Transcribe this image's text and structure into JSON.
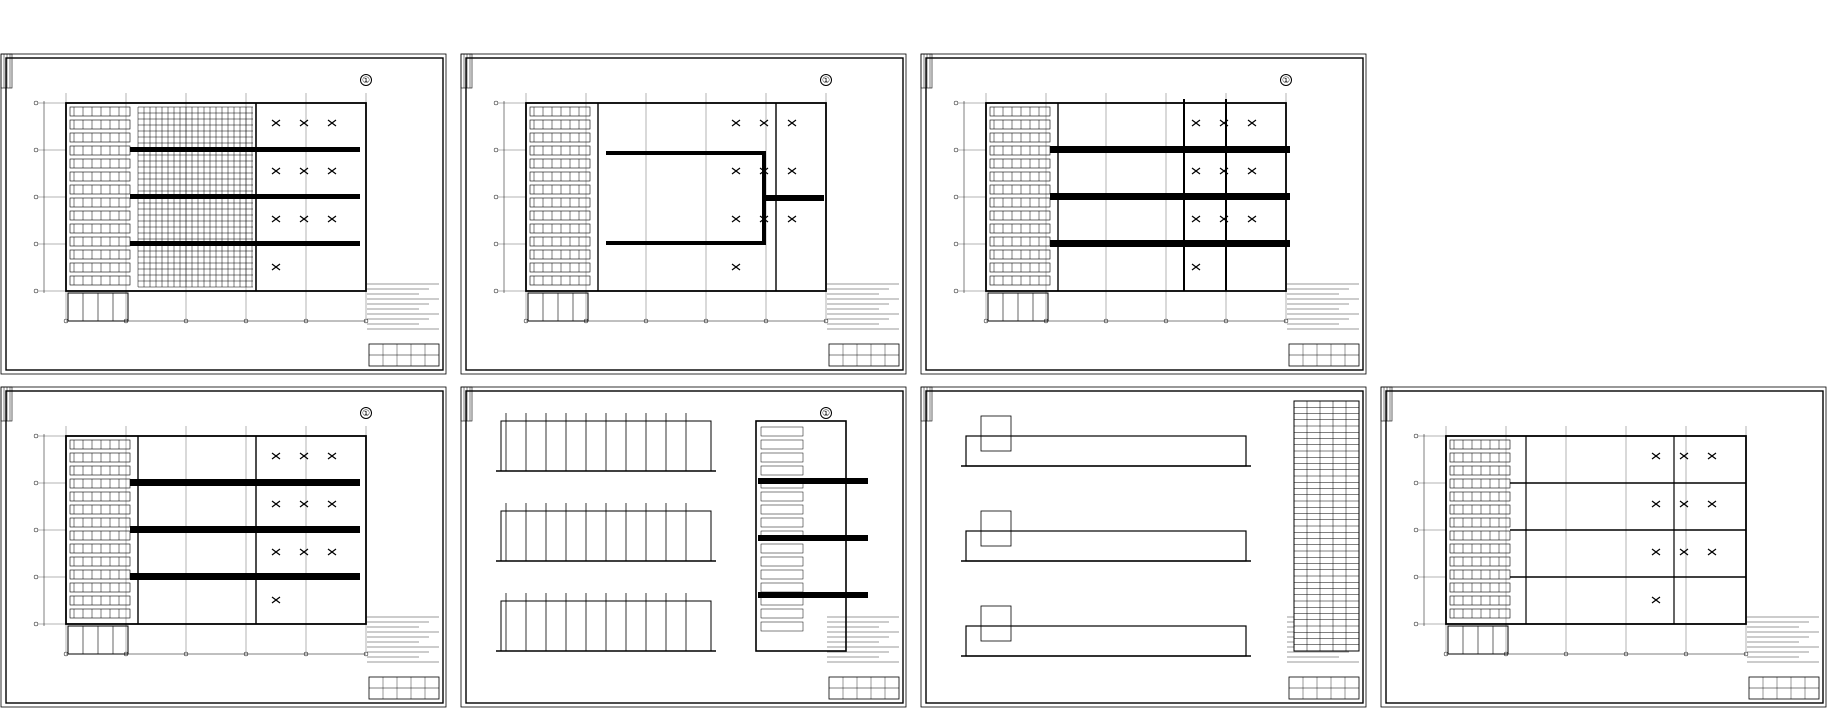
{
  "canvas": {
    "background": "#ffffff",
    "line_color": "#000000"
  },
  "sheets": [
    {
      "id": "sheet-1",
      "label": "①",
      "variant": "dense-plan",
      "row": 1,
      "col": 1
    },
    {
      "id": "sheet-2",
      "label": "①",
      "variant": "channel-plan",
      "row": 1,
      "col": 2
    },
    {
      "id": "sheet-3",
      "label": "①",
      "variant": "framed-plan",
      "row": 1,
      "col": 3
    },
    {
      "id": "sheet-4",
      "label": "①",
      "variant": "bands-plan",
      "row": 2,
      "col": 1
    },
    {
      "id": "sheet-5",
      "label": "①",
      "variant": "sections-vertical",
      "row": 2,
      "col": 2
    },
    {
      "id": "sheet-6",
      "label": "",
      "variant": "sections-table",
      "row": 2,
      "col": 3
    },
    {
      "id": "sheet-7",
      "label": "",
      "variant": "light-plan",
      "row": 2,
      "col": 4
    }
  ]
}
